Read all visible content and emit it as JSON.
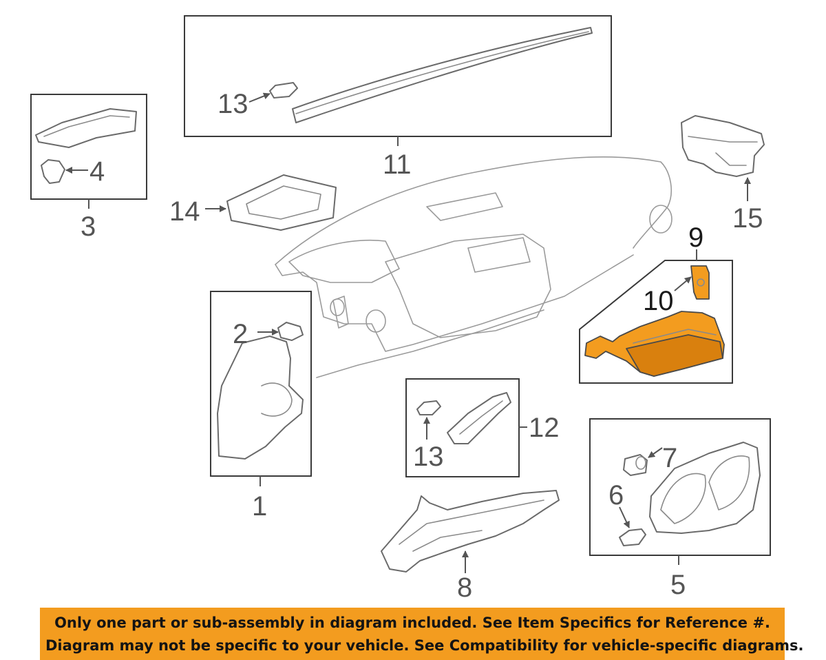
{
  "callouts": {
    "c1": "1",
    "c2": "2",
    "c3": "3",
    "c4": "4",
    "c5": "5",
    "c6": "6",
    "c7": "7",
    "c8": "8",
    "c9": "9",
    "c10": "10",
    "c11": "11",
    "c12": "12",
    "c13_top": "13",
    "c13_lower": "13",
    "c14": "14",
    "c15": "15"
  },
  "banner": {
    "line1": "Only one part or sub-assembly in diagram included. See Item Specifics for Reference #.",
    "line2": "Diagram may not be specific to your vehicle. See Compatibility for vehicle-specific diagrams."
  },
  "colors": {
    "highlight": "#f39c1f",
    "line_art": "#6a6a6a",
    "banner_background": "#f39c1f"
  }
}
